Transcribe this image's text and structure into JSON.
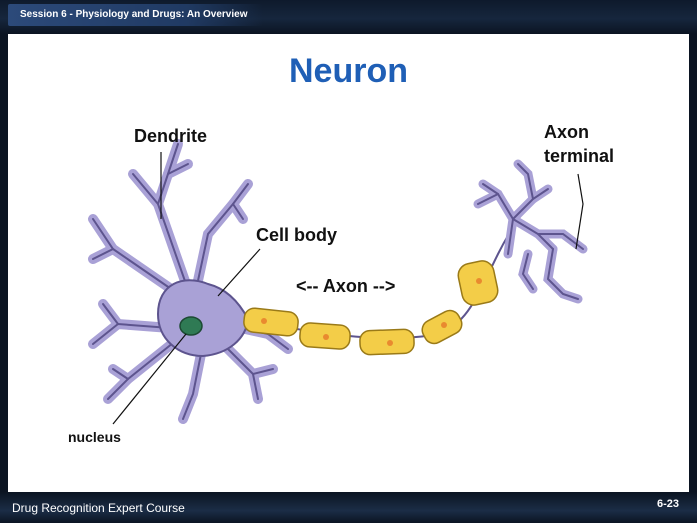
{
  "header": {
    "session_title": "Session 6 - Physiology and Drugs: An Overview"
  },
  "slide": {
    "title": "Neuron",
    "labels": {
      "dendrite": "Dendrite",
      "cell_body": "Cell body",
      "axon": "<-- Axon -->",
      "axon_terminal_line1": "Axon",
      "axon_terminal_line2": "terminal",
      "nucleus": "nucleus"
    }
  },
  "colors": {
    "title": "#1f5fb6",
    "cell": "#a9a1d6",
    "cell_outline": "#5d548e",
    "myelin": "#f3cd48",
    "myelin_outline": "#9a7a18",
    "nucleus": "#2f7a54"
  },
  "footer": {
    "course": "Drug Recognition Expert Course",
    "page": "6-23"
  }
}
